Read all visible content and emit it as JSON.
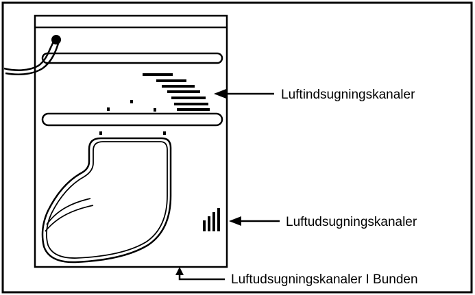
{
  "labels": {
    "air_intake": "Luftindsugningskanaler",
    "air_exhaust": "Luftudsugningskanaler",
    "air_exhaust_bottom": "Luftudsugningskanaler I Bunden"
  },
  "colors": {
    "ink": "#000000",
    "background": "#ffffff"
  }
}
